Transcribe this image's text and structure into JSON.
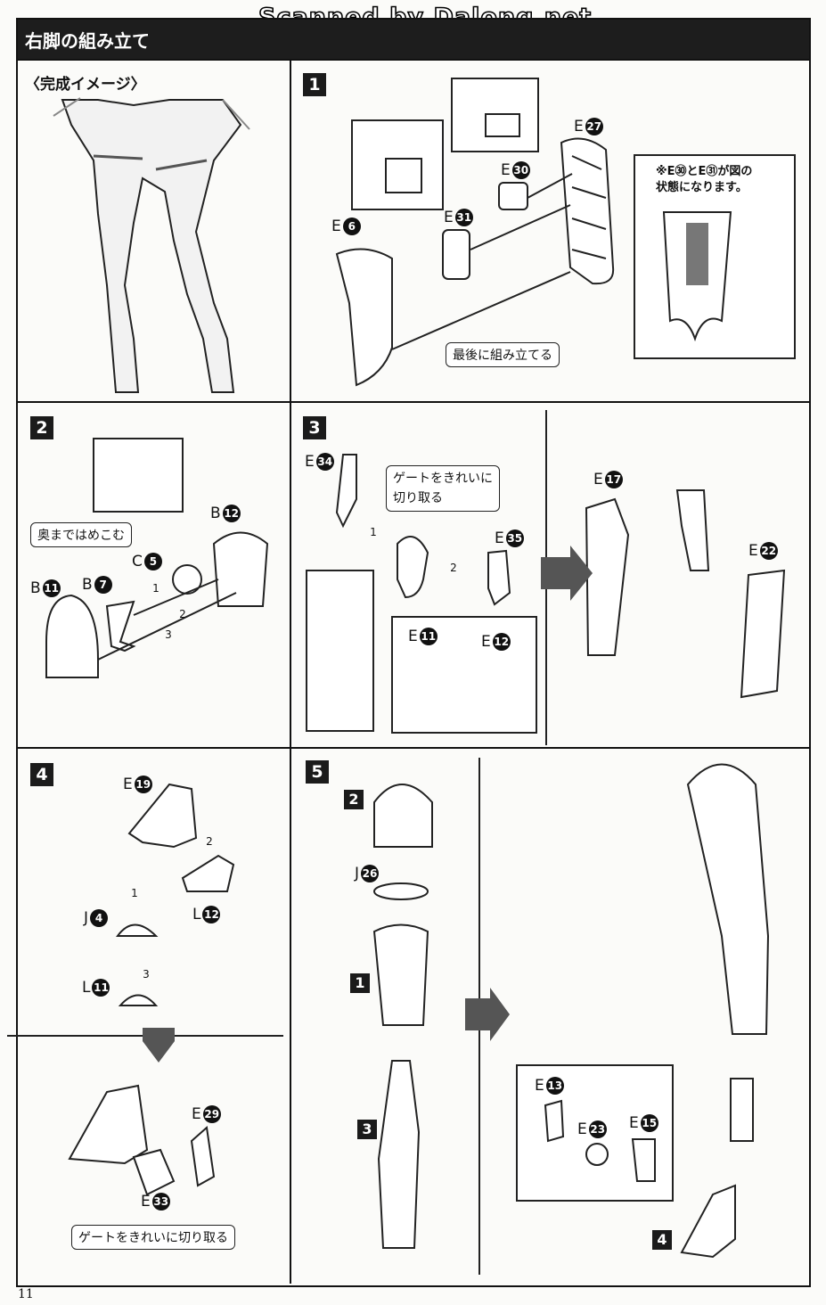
{
  "watermark": "Scanned by Dalong.net",
  "header": {
    "title": "右脚の組み立て"
  },
  "preview": {
    "label": "〈完成イメージ〉"
  },
  "step1": {
    "number": "1",
    "parts": {
      "e6": "E",
      "e6n": "6",
      "e27": "E",
      "e27n": "27",
      "e30": "E",
      "e30n": "30",
      "e31": "E",
      "e31n": "31"
    },
    "note_last": "最後に組み立てる",
    "side_note_line1": "※E㉚とE㉛が図の",
    "side_note_line2": "状態になります。"
  },
  "step2": {
    "number": "2",
    "note": "奥まではめこむ",
    "parts": {
      "b12": "B",
      "b12n": "12",
      "c5": "C",
      "c5n": "5",
      "b11": "B",
      "b11n": "11",
      "b7": "B",
      "b7n": "7"
    },
    "order": [
      "1",
      "2",
      "3"
    ]
  },
  "step3": {
    "number": "3",
    "note_line1": "ゲートをきれいに",
    "note_line2": "切り取る",
    "parts": {
      "e34": "E",
      "e34n": "34",
      "e35": "E",
      "e35n": "35",
      "e11": "E",
      "e11n": "11",
      "e12": "E",
      "e12n": "12",
      "e17": "E",
      "e17n": "17",
      "e22": "E",
      "e22n": "22"
    },
    "order": [
      "1",
      "2"
    ]
  },
  "step4": {
    "number": "4",
    "parts": {
      "e19": "E",
      "e19n": "19",
      "j4": "J",
      "j4n": "4",
      "l12": "L",
      "l12n": "12",
      "l11": "L",
      "l11n": "11",
      "e29": "E",
      "e29n": "29",
      "e33": "E",
      "e33n": "33"
    },
    "order": [
      "1",
      "2",
      "3"
    ],
    "note": "ゲートをきれいに切り取る"
  },
  "step5": {
    "number": "5",
    "refs": [
      "2",
      "1",
      "3",
      "4"
    ],
    "parts": {
      "j26": "J",
      "j26n": "26",
      "e13": "E",
      "e13n": "13",
      "e23": "E",
      "e23n": "23",
      "e15": "E",
      "e15n": "15"
    }
  },
  "page_number": "11"
}
